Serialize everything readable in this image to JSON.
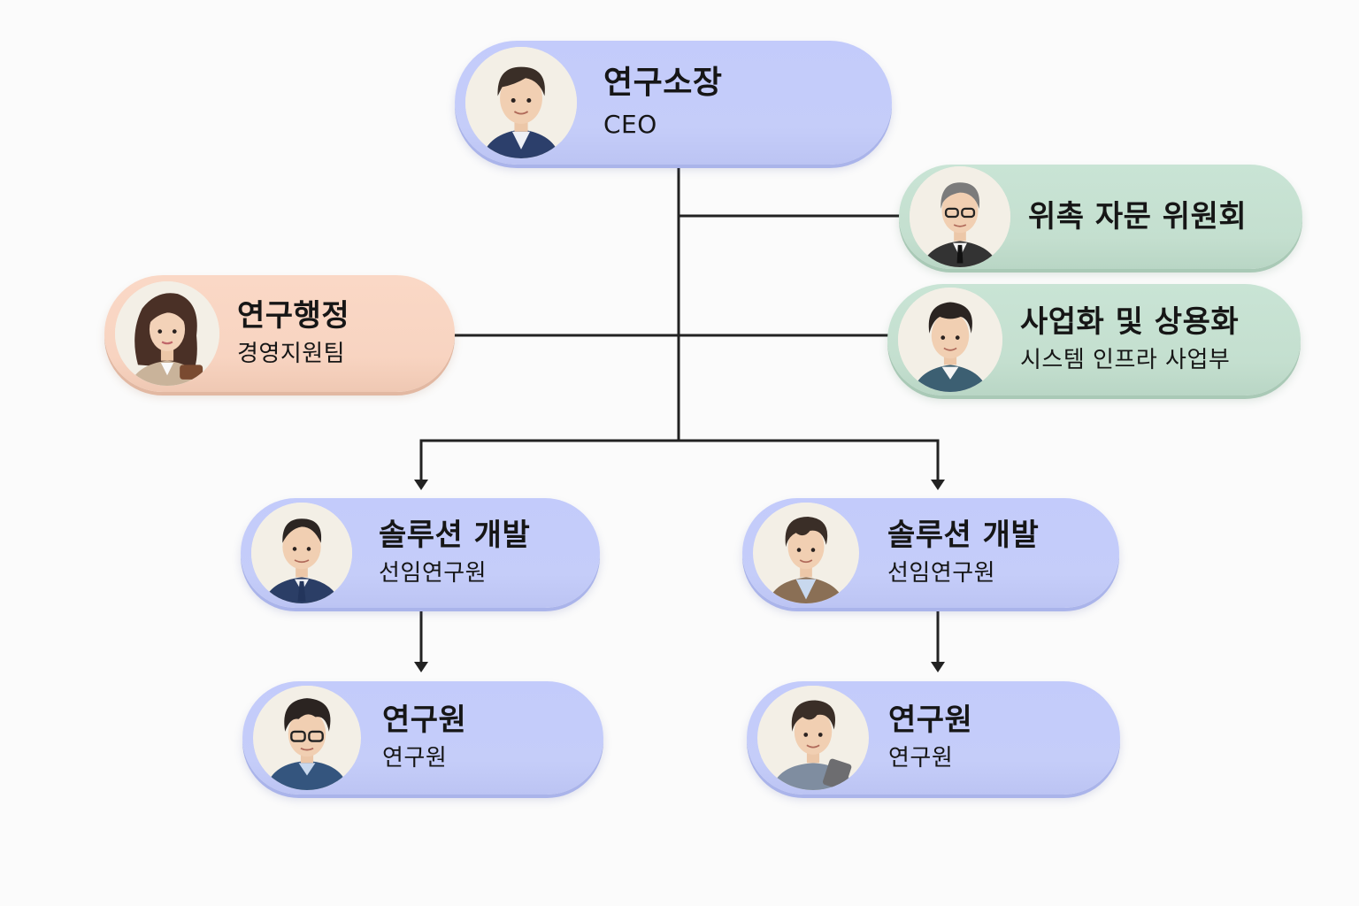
{
  "diagram": {
    "type": "org-chart",
    "colors": {
      "research": "#c3cbfb",
      "external": "#c9e4d5",
      "admin": "#fad8c6",
      "connector": "#222222",
      "background": "#fbfbfb"
    },
    "nodes": {
      "ceo": {
        "title": "연구소장",
        "subtitle": "CEO",
        "avatar": "man-navy-suit-avatar"
      },
      "advisory": {
        "title": "위촉 자문 위원회",
        "avatar": "gray-haired-man-glasses-avatar"
      },
      "commerce": {
        "title": "사업화 및 상용화",
        "subtitle": "시스템 인프라 사업부",
        "avatar": "young-man-teal-jacket-avatar"
      },
      "admin": {
        "title": "연구행정",
        "subtitle": "경영지원팀",
        "avatar": "woman-beige-blazer-avatar"
      },
      "dev_left": {
        "title": "솔루션 개발",
        "subtitle": "선임연구원",
        "avatar": "man-navy-suit-tie-avatar"
      },
      "dev_right": {
        "title": "솔루션 개발",
        "subtitle": "선임연구원",
        "avatar": "man-brown-jacket-avatar"
      },
      "res_left": {
        "title": "연구원",
        "subtitle": "연구원",
        "avatar": "man-glasses-hoodie-avatar"
      },
      "res_right": {
        "title": "연구원",
        "subtitle": "연구원",
        "avatar": "man-tablet-avatar"
      }
    },
    "edges": [
      {
        "from": "ceo",
        "to": "advisory"
      },
      {
        "from": "ceo",
        "to": "commerce"
      },
      {
        "from": "ceo",
        "to": "admin"
      },
      {
        "from": "ceo",
        "to": "dev_left",
        "arrow": true
      },
      {
        "from": "ceo",
        "to": "dev_right",
        "arrow": true
      },
      {
        "from": "dev_left",
        "to": "res_left",
        "arrow": true
      },
      {
        "from": "dev_right",
        "to": "res_right",
        "arrow": true
      }
    ]
  }
}
